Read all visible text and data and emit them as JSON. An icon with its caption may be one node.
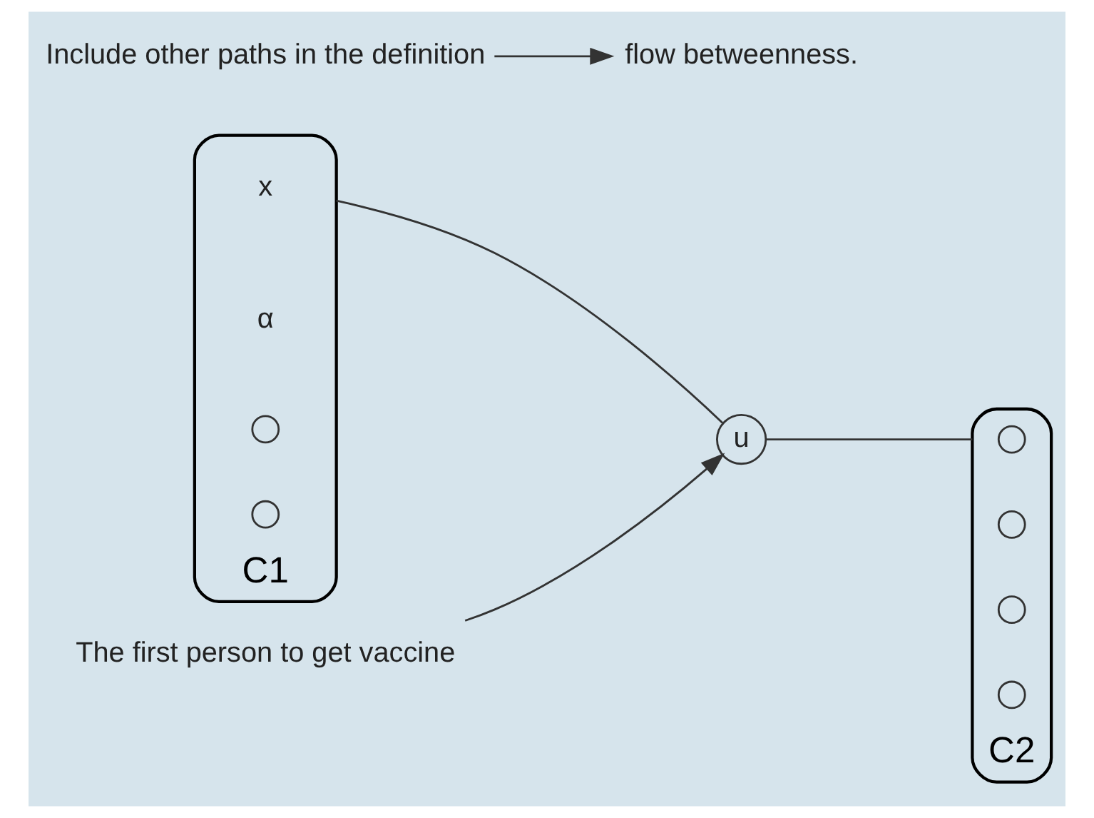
{
  "diagram": {
    "nodes": [
      {
        "text": [
          "C1"
        ]
      },
      {
        "text": [
          "x"
        ],
        "in": 0
      },
      {
        "text": [
          "α"
        ],
        "in": 0
      },
      {
        "text": [],
        "shape": "circle",
        "in": 0
      },
      {
        "text": [],
        "shape": "circle",
        "in": 0
      },
      {
        "text": [
          "u"
        ]
      },
      {
        "text": [
          "C2"
        ]
      },
      {
        "text": [],
        "shape": "circle",
        "in": 6
      },
      {
        "text": [],
        "shape": "circle",
        "in": 6
      },
      {
        "text": [],
        "shape": "circle",
        "in": 6
      },
      {
        "text": [],
        "shape": "circle",
        "in": 6
      },
      {
        "text": [
          "The first person to get vaccine"
        ]
      },
      {
        "text": [
          "Include other paths in the definition"
        ]
      },
      {
        "text": [
          "flow betweenness."
        ]
      }
    ],
    "edges": [
      {
        "from": 0,
        "to": 5,
        "arrow": "none"
      },
      {
        "from": 5,
        "to": 6,
        "arrow": "none"
      },
      {
        "from": 11,
        "to": 5,
        "arrow": "to"
      },
      {
        "from": 12,
        "to": 13,
        "arrow": "to"
      }
    ]
  }
}
